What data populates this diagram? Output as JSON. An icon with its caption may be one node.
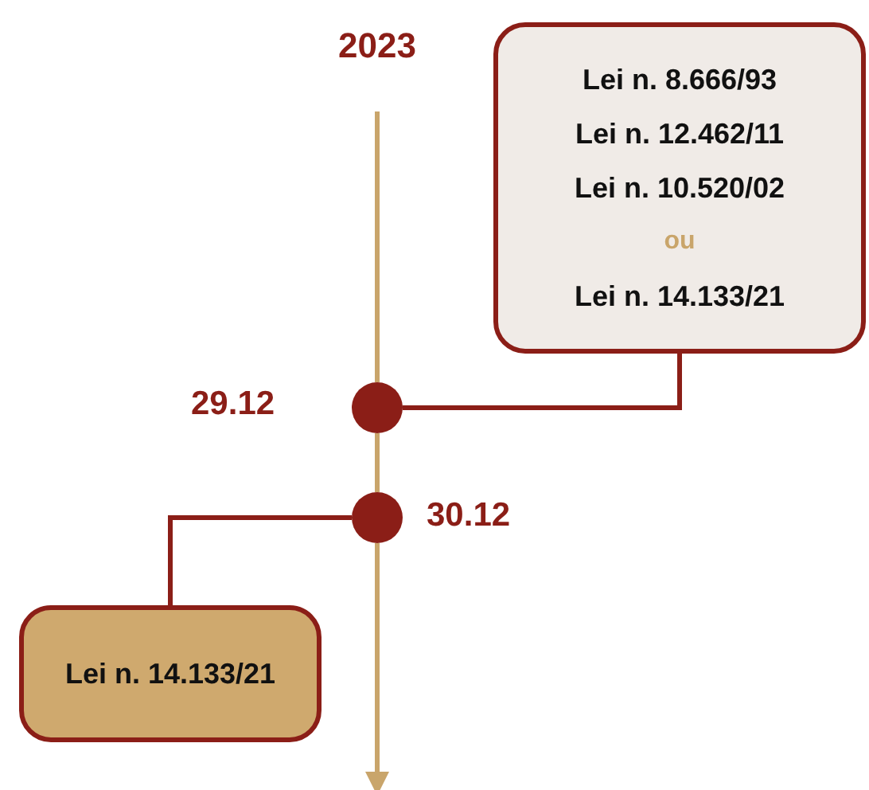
{
  "diagram": {
    "nodes": [
      {
        "text": [
          "2023"
        ]
      },
      {
        "text": [],
        "shape": "circle",
        "beside": [
          "29.12"
        ]
      },
      {
        "text": [],
        "shape": "circle",
        "beside": [
          "30.12"
        ]
      },
      {
        "text": [
          "Lei n. 8.666/93",
          "Lei n. 12.462/11",
          "Lei n. 10.520/02",
          "ou",
          "Lei n. 14.133/21"
        ]
      },
      {
        "text": [
          "Lei n. 14.133/21"
        ]
      }
    ],
    "edges": [
      {
        "from": 0,
        "to": 1,
        "arrow": "none"
      },
      {
        "from": 1,
        "to": 2,
        "arrow": "none"
      },
      {
        "from": 2,
        "to": null,
        "arrow": "to"
      },
      {
        "from": 1,
        "to": 3,
        "arrow": "none",
        "color": "#8b1e17"
      },
      {
        "from": 2,
        "to": 4,
        "arrow": "none",
        "color": "#8b1e17"
      }
    ]
  }
}
